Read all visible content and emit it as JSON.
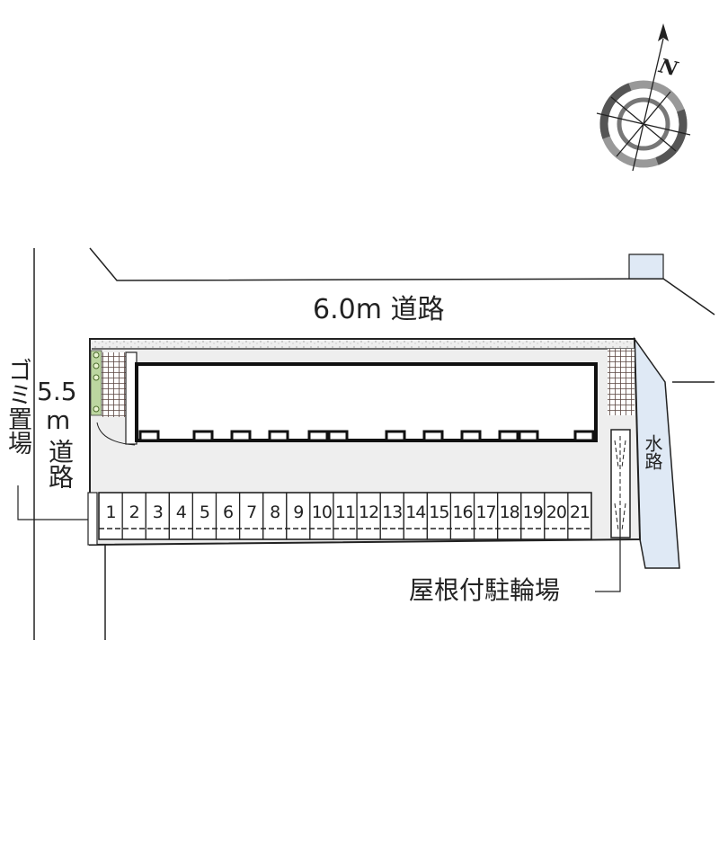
{
  "map": {
    "north_label": "N",
    "top_road": "6.0m 道路",
    "left_road_width": "5.5",
    "left_road_unit": "m",
    "left_road_label": "道路",
    "garbage_area": "ゴミ置場",
    "waterway": "水路",
    "bicycle_parking": "屋根付駐輪場",
    "parking_slots": [
      "1",
      "2",
      "3",
      "4",
      "5",
      "6",
      "7",
      "8",
      "9",
      "10",
      "11",
      "12",
      "13",
      "14",
      "15",
      "16",
      "17",
      "18",
      "19",
      "20",
      "21"
    ],
    "colors": {
      "site": "#eeeeee",
      "water": "#dfe9f5",
      "line": "#222222"
    }
  }
}
